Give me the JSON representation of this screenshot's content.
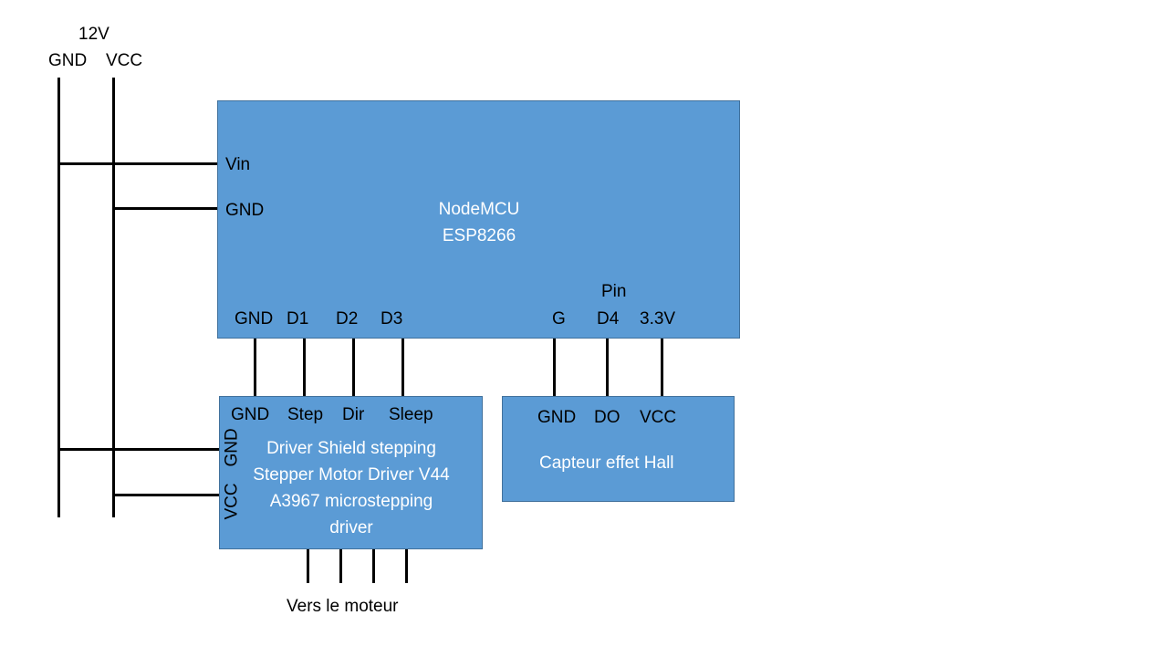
{
  "power": {
    "voltage_label": "12V",
    "gnd_label": "GND",
    "vcc_label": "VCC"
  },
  "nodemcu": {
    "title_line1": "NodeMCU",
    "title_line2": "ESP8266",
    "left_pins": [
      "Vin",
      "GND"
    ],
    "bottom_pins": [
      "GND",
      "D1",
      "D2",
      "D3",
      "G",
      "D4",
      "3.3V"
    ],
    "pin_header_label": "Pin",
    "fill_color": "#5b9bd5"
  },
  "driver": {
    "top_pins": [
      "GND",
      "Step",
      "Dir",
      "Sleep"
    ],
    "side_pins": [
      "GND",
      "VCC"
    ],
    "title_lines": [
      "Driver Shield stepping",
      "Stepper Motor Driver V44",
      "A3967 microstepping",
      "driver"
    ],
    "motor_label": "Vers le moteur"
  },
  "hall_sensor": {
    "pins": [
      "GND",
      "DO",
      "VCC"
    ],
    "title": "Capteur effet Hall"
  }
}
